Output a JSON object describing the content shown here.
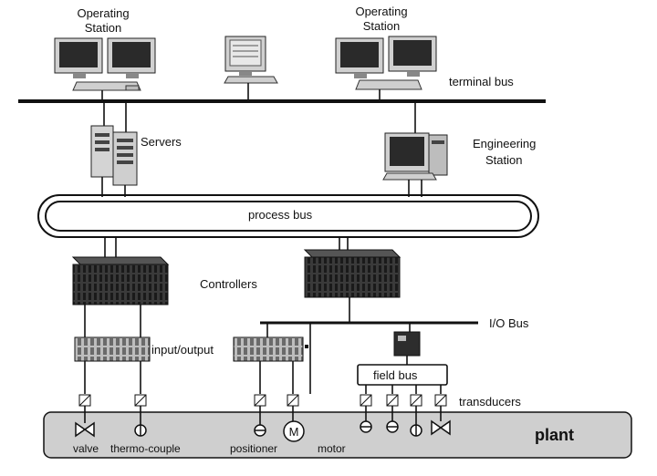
{
  "labels": {
    "operating_station_left": [
      "Operating",
      "Station"
    ],
    "operating_station_right": [
      "Operating",
      "Station"
    ],
    "terminal_bus": "terminal bus",
    "servers": "Servers",
    "engineering_station": [
      "Engineering",
      "Station"
    ],
    "process_bus": "process bus",
    "controllers": "Controllers",
    "io_bus": "I/O Bus",
    "input_output": "input/output",
    "field_bus": "field bus",
    "transducers": "transducers",
    "plant": "plant",
    "valve": "valve",
    "thermo_couple": "thermo-couple",
    "positioner": "positioner",
    "motor": "motor",
    "motor_symbol": "M"
  },
  "colors": {
    "line": "#111111",
    "plant_fill": "#cfcfcf",
    "device_dark": "#2d2d2d",
    "device_light": "#d9d9d9"
  }
}
